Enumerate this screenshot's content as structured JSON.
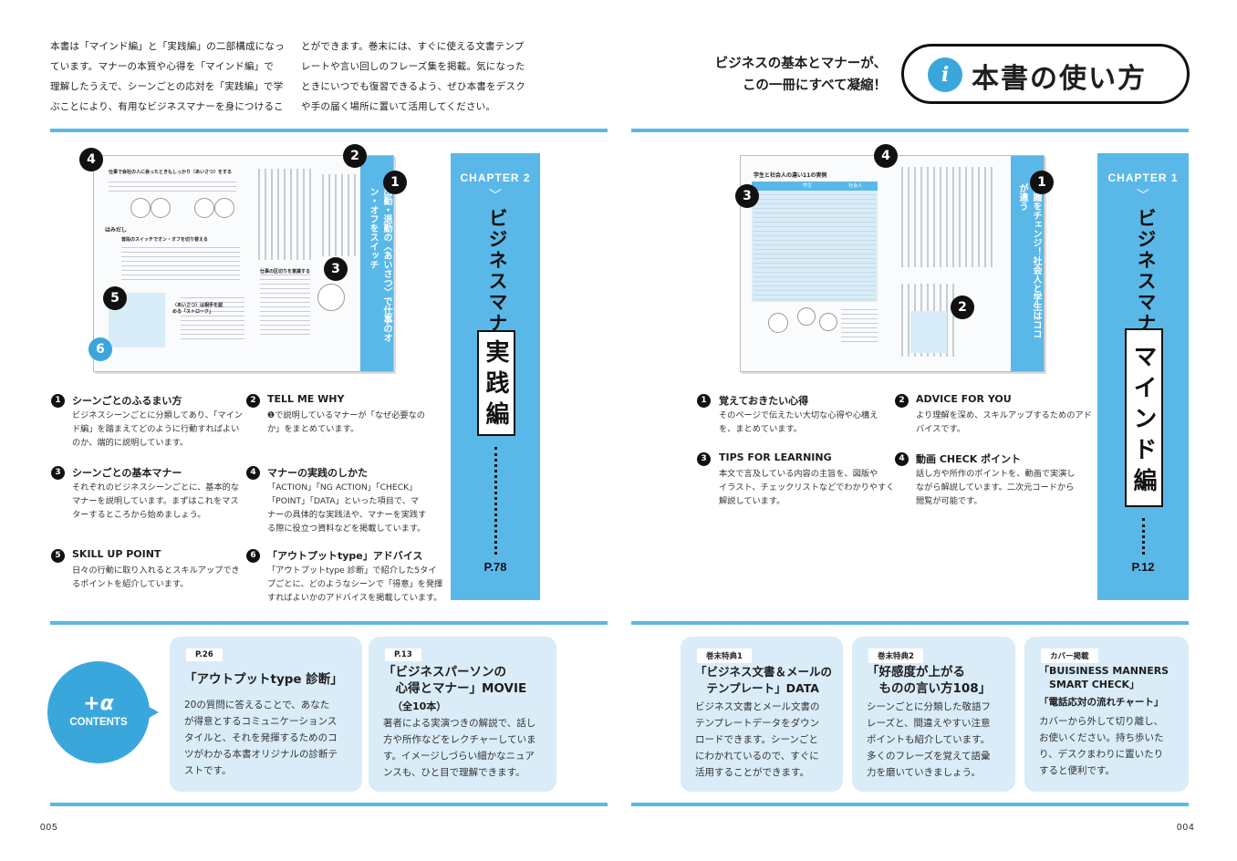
{
  "intro": {
    "col1": [
      "本書は「マインド編」と「実践編」の二部構成になっ",
      "ています。マナーの本質や心得を「マインド編」で",
      "理解したうえで、シーンごとの応対を「実践編」で学",
      "ぶことにより、有用なビジネスマナーを身につけるこ"
    ],
    "col2": [
      "とができます。巻末には、すぐに使える文書テンプ",
      "レートや言い回しのフレーズ集を掲載。気になった",
      "ときにいつでも復習できるよう、ぜひ本書をデスク",
      "や手の届く場所に置いて活用してください。"
    ]
  },
  "headline": [
    "ビジネスの基本とマナーが、",
    "この一冊にすべて凝縮！"
  ],
  "title_badge": {
    "icon": "i",
    "text": "本書の使い方"
  },
  "left_mock": {
    "labels": {
      "n1": "1",
      "n2": "2",
      "n3": "3",
      "n4": "4",
      "n5": "5",
      "n6": "6",
      "vertical_title": "出勤・退勤の〈あいさつ〉で仕事のオン・オフをスイッチ",
      "top_heading": "仕事で会社の人に会ったときもしっかり〈あいさつ〉をする",
      "mid_heading": "普段のスイッチでオン・オフを切り替える",
      "list_heading": "仕事の区切りを意識する",
      "tip_heading": "〈あいさつ〉は相手を認める「ストローク」",
      "hamidashi": "はみだし"
    }
  },
  "right_mock": {
    "labels": {
      "n1": "1",
      "n2": "2",
      "n3": "3",
      "n4": "4",
      "table_title": "学生と社会人の違い11の実例",
      "vertical_title": "意識をチェンジ！社会人と学生はココが違う",
      "table_head": [
        "学生",
        "社会人"
      ]
    }
  },
  "chapter2": {
    "label": "CHAPTER 2",
    "chevron": "﹀",
    "title": "ビジネスマナー",
    "boxed": "実践編",
    "page": "P.78"
  },
  "chapter1": {
    "label": "CHAPTER 1",
    "chevron": "﹀",
    "title": "ビジネスマナー",
    "boxed": "マインド編",
    "page": "P.12"
  },
  "left_items": [
    {
      "n": "1",
      "title": "シーンごとのふるまい方",
      "desc": [
        "ビジネスシーンごとに分類してあり、「マイン",
        "ド編」を踏まえてどのように行動すればよい",
        "のか、端的に説明しています。"
      ]
    },
    {
      "n": "2",
      "title": "TELL ME WHY",
      "desc": [
        "❶で説明しているマナーが「なぜ必要なの",
        "か」をまとめています。"
      ]
    },
    {
      "n": "3",
      "title": "シーンごとの基本マナー",
      "desc": [
        "それぞれのビジネスシーンごとに、基本的な",
        "マナーを説明しています。まずはこれをマス",
        "ターするところから始めましょう。"
      ]
    },
    {
      "n": "4",
      "title": "マナーの実践のしかた",
      "desc": [
        "「ACTION」「NG ACTION」「CHECK」",
        "「POINT」「DATA」といった項目で、マ",
        "ナーの具体的な実践法や、マナーを実践す",
        "る際に役立つ資料などを掲載しています。"
      ]
    },
    {
      "n": "5",
      "title": "SKILL UP POINT",
      "desc": [
        "日々の行動に取り入れるとスキルアップでき",
        "るポイントを紹介しています。"
      ]
    },
    {
      "n": "6",
      "title": "「アウトプットtype」アドバイス",
      "desc": [
        "「アウトプットtype 診断」で紹介した5タイ",
        "プごとに、どのようなシーンで「得意」を発揮",
        "すればよいかのアドバイスを掲載しています。"
      ]
    }
  ],
  "right_items": [
    {
      "n": "1",
      "title": "覚えておきたい心得",
      "desc": [
        "そのページで伝えたい大切な心得や心構え",
        "を、まとめています。"
      ]
    },
    {
      "n": "2",
      "title": "ADVICE FOR YOU",
      "desc": [
        "より理解を深め、スキルアップするためのアド",
        "バイスです。"
      ]
    },
    {
      "n": "3",
      "title": "TIPS FOR LEARNING",
      "desc": [
        "本文で言及している内容の主旨を、図版や",
        "イラスト、チェックリストなどでわかりやすく",
        "解説しています。"
      ]
    },
    {
      "n": "4",
      "title": "動画 CHECK ポイント",
      "desc": [
        "話し方や所作のポイントを、動画で実演し",
        "ながら解説しています。二次元コードから",
        "閲覧が可能です。"
      ]
    }
  ],
  "plus_alpha": {
    "symbol": "+α",
    "label": "CONTENTS"
  },
  "cards": [
    {
      "tag": "P.26",
      "title": [
        "「アウトプットtype 診断」"
      ],
      "sub": "",
      "body": [
        "20の質問に答えることで、あなた",
        "が得意とするコミュニケーションス",
        "タイルと、それを発揮するためのコ",
        "ツがわかる本書オリジナルの診断テ",
        "ストです。"
      ]
    },
    {
      "tag": "P.13",
      "title": [
        "「ビジネスパーソンの",
        "　心得とマナー」MOVIE"
      ],
      "sub": "（全10本）",
      "body": [
        "著者による実演つきの解説で、話し",
        "方や所作などをレクチャーしていま",
        "す。イメージしづらい細かなニュア",
        "ンスも、ひと目で理解できます。"
      ]
    },
    {
      "tag": "巻末特典1",
      "title": [
        "「ビジネス文書＆メールの",
        "　テンプレート」DATA"
      ],
      "sub": "",
      "body": [
        "ビジネス文書とメール文書の",
        "テンプレートデータをダウン",
        "ロードできます。シーンごと",
        "にわかれているので、すぐに",
        "活用することができます。"
      ]
    },
    {
      "tag": "巻末特典2",
      "title": [
        "「好感度が上がる",
        "　ものの言い方108」"
      ],
      "sub": "",
      "body": [
        "シーンごとに分類した敬語フ",
        "レーズと、間違えやすい注意",
        "ポイントも紹介しています。",
        "多くのフレーズを覚えて語彙",
        "力を磨いていきましょう。"
      ]
    },
    {
      "tag": "カバー掲載",
      "title": [
        "「BUISINESS MANNERS",
        "　SMART CHECK」"
      ],
      "sub": "「電話応対の流れチャート」",
      "body": [
        "カバーから外して切り離し、",
        "お使いください。持ち歩いた",
        "り、デスクまわりに置いたり",
        "すると便利です。"
      ]
    }
  ],
  "folio": {
    "left": "005",
    "right": "004"
  },
  "colors": {
    "accent": "#5ab8e8",
    "accent_dark": "#3aa7dc",
    "card_bg": "#d9ecf8"
  }
}
